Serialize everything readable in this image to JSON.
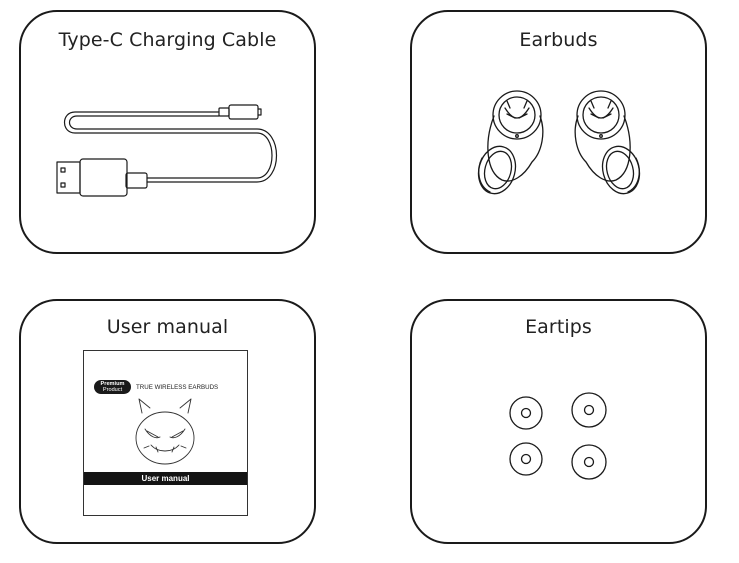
{
  "panels": {
    "cable": {
      "title": "Type-C Charging Cable"
    },
    "earbuds": {
      "title": "Earbuds"
    },
    "manual": {
      "title": "User manual",
      "badge_line1": "Premium",
      "badge_line2": "Product",
      "heading": "TRUE WIRELESS EARBUDS",
      "bar_label": "User manual"
    },
    "eartips": {
      "title": "Eartips"
    }
  },
  "icons": [
    "usb-type-c-cable-icon",
    "earbuds-icon",
    "devil-mascot-icon",
    "eartip-icon"
  ],
  "colors": {
    "stroke": "#1a1a1a",
    "background": "#ffffff"
  }
}
